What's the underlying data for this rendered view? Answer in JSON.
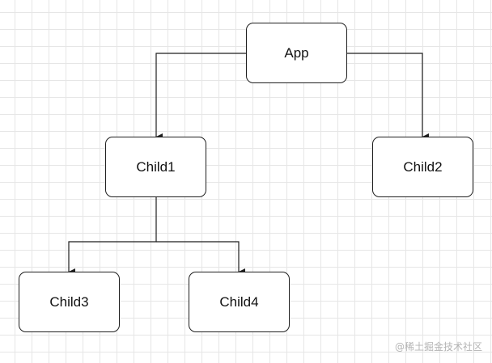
{
  "diagram": {
    "type": "tree",
    "nodes": [
      {
        "id": "app",
        "label": "App"
      },
      {
        "id": "child1",
        "label": "Child1"
      },
      {
        "id": "child2",
        "label": "Child2"
      },
      {
        "id": "child3",
        "label": "Child3"
      },
      {
        "id": "child4",
        "label": "Child4"
      }
    ],
    "edges": [
      {
        "from": "app",
        "to": "child1"
      },
      {
        "from": "app",
        "to": "child2"
      },
      {
        "from": "child1",
        "to": "child3"
      },
      {
        "from": "child1",
        "to": "child4"
      }
    ]
  },
  "watermark": "@稀土掘金技术社区",
  "colors": {
    "grid": "#e6e6e6",
    "stroke": "#1f1f1f",
    "node_fill": "#ffffff"
  }
}
